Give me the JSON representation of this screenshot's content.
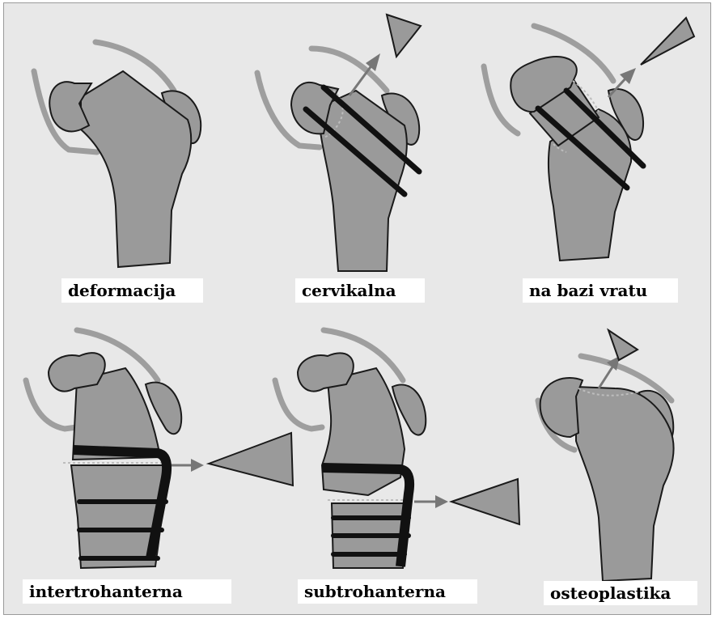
{
  "panels": [
    {
      "label": "deformacija"
    },
    {
      "label": "cervikalna"
    },
    {
      "label": "na bazi vratu"
    },
    {
      "label": "intertrohanterna"
    },
    {
      "label": "subtrohanterna"
    },
    {
      "label": "osteoplastika"
    }
  ],
  "colors": {
    "background": "#e8e8e8",
    "bone": "#9a9a9a",
    "outline": "#1a1a1a",
    "capsule": "#9e9e9e",
    "hardware": "#111111",
    "wedge": "#9a9a9a"
  }
}
